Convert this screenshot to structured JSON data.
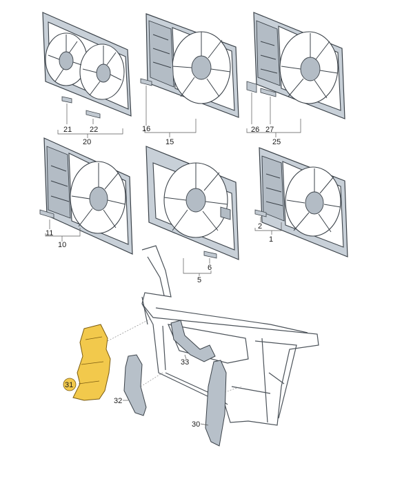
{
  "callouts": {
    "c21": "21",
    "c22": "22",
    "c20": "20",
    "c16": "16",
    "c15": "15",
    "c26": "26",
    "c27": "27",
    "c25": "25",
    "c11": "11",
    "c10": "10",
    "c6": "6",
    "c5": "5",
    "c2": "2",
    "c1": "1",
    "c31": "31",
    "c32": "32",
    "c33": "33",
    "c30": "30"
  },
  "colors": {
    "frame": "#c8d0d8",
    "outline": "#3a4148",
    "highlight_part": "#f2c94c",
    "background": "#ffffff"
  }
}
